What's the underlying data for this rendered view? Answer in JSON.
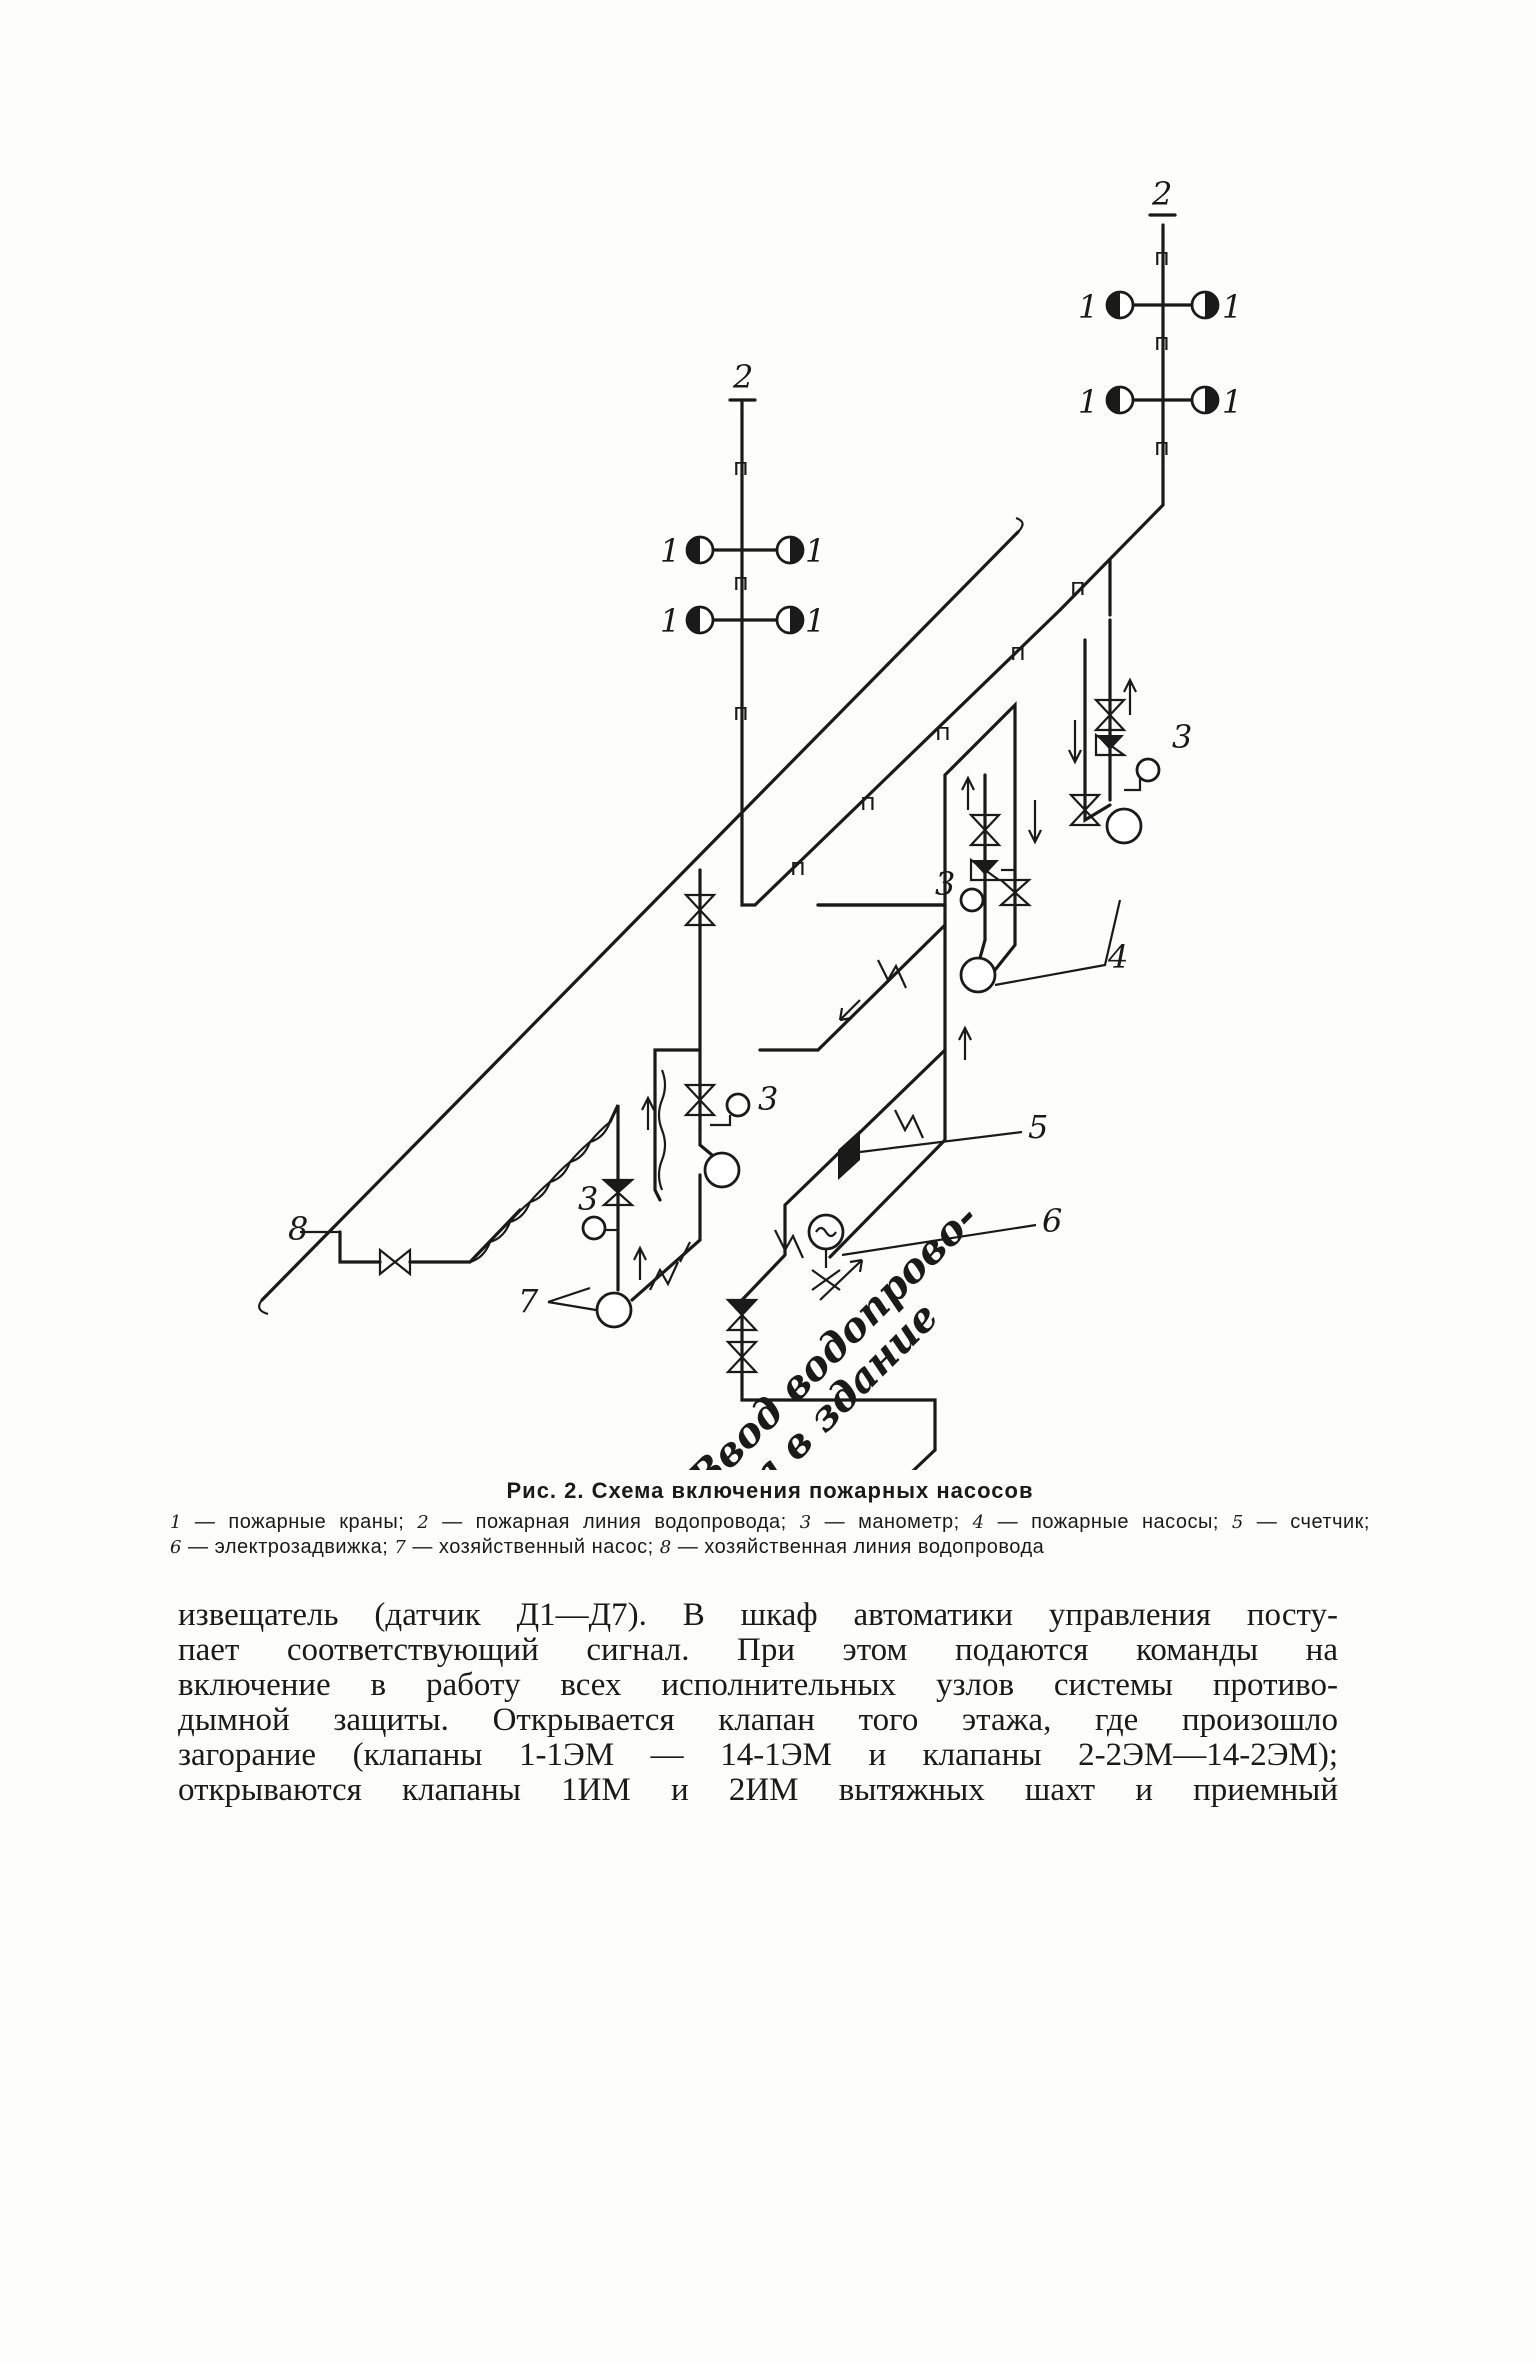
{
  "figure": {
    "labels": {
      "pipe_mark": "п",
      "hydrant": "1",
      "fire_line": "2",
      "manometer": "3",
      "pumps": "4",
      "meter": "5",
      "valve": "6",
      "house_pump": "7",
      "house_line": "8",
      "inlet_line1": "Ввод водопрово-",
      "inlet_line2": "да в здание"
    },
    "caption_title": "Рис. 2. Схема включения пожарных насосов",
    "legend": [
      {
        "num": "1",
        "text": " — пожарные краны; "
      },
      {
        "num": "2",
        "text": " — пожарная линия водопровода; "
      },
      {
        "num": "3",
        "text": " — манометр; "
      },
      {
        "num": "4",
        "text": " — пожарные насосы; "
      },
      {
        "num": "5",
        "text": " — счетчик; "
      },
      {
        "num": "6",
        "text": " — электрозадвижка; "
      },
      {
        "num": "7",
        "text": " — хозяйственный насос; "
      },
      {
        "num": "8",
        "text": " — хозяйственная линия водопровода"
      }
    ]
  },
  "body": {
    "lines": [
      "извещатель (датчик Д1—Д7). В шкаф автоматики управления посту-",
      "пает соответствующий сигнал. При этом подаются команды на",
      "включение в работу всех исполнительных узлов системы противо-",
      "дымной защиты. Открывается клапан того этажа, где произошло",
      "загорание (клапаны 1-1ЭМ — 14-1ЭМ и клапаны 2-2ЭМ—14-2ЭМ);",
      "открываются клапаны 1ИМ и 2ИМ вытяжных шахт и приемный"
    ]
  }
}
